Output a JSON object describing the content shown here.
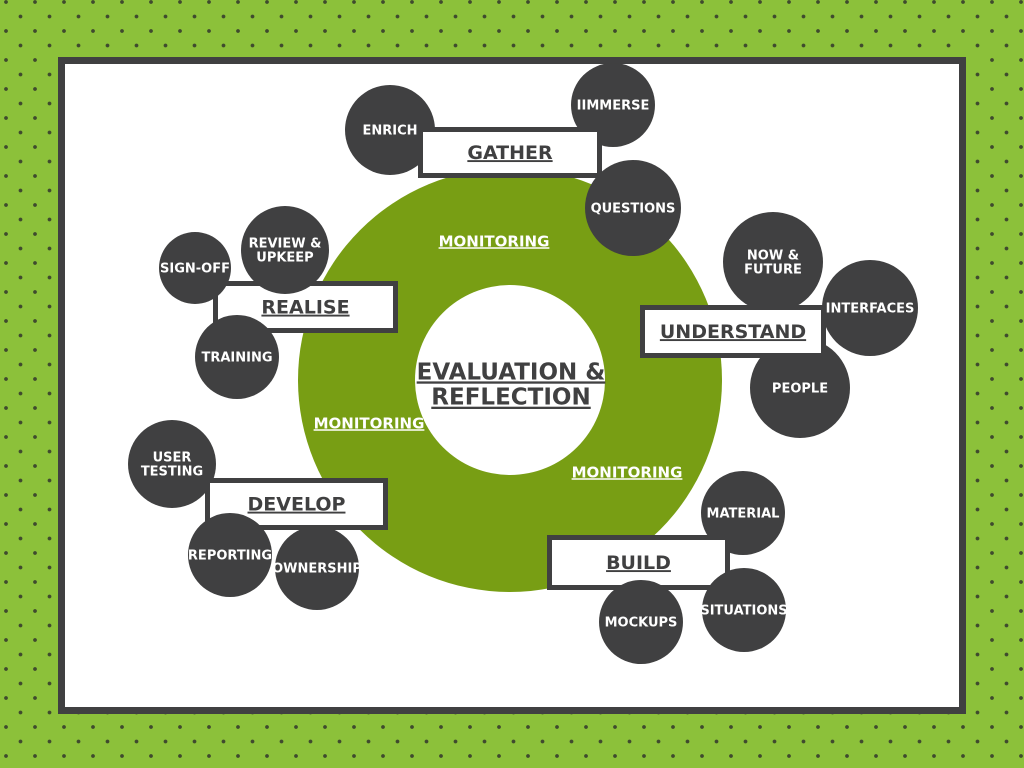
{
  "center": {
    "line1": "EVALUATION &",
    "line2": "REFLECTION"
  },
  "monitoring_labels": [
    "MONITORING",
    "MONITORING",
    "MONITORING"
  ],
  "stages": [
    {
      "label": "GATHER",
      "items": [
        "ENRICH",
        "IIMMERSE",
        "QUESTIONS"
      ]
    },
    {
      "label": "UNDERSTAND",
      "items": [
        "NOW & FUTURE",
        "INTERFACES",
        "PEOPLE"
      ]
    },
    {
      "label": "BUILD",
      "items": [
        "MATERIAL",
        "SITUATIONS",
        "MOCKUPS"
      ]
    },
    {
      "label": "DEVELOP",
      "items": [
        "USER TESTING",
        "REPORTING",
        "OWNERSHIP"
      ]
    },
    {
      "label": "REALISE",
      "items": [
        "SIGN-OFF",
        "REVIEW & UPKEEP",
        "TRAINING"
      ]
    }
  ],
  "colors": {
    "ring": "#789e14",
    "circle": "#404041",
    "frame": "#404041",
    "text_dark": "#404041"
  }
}
